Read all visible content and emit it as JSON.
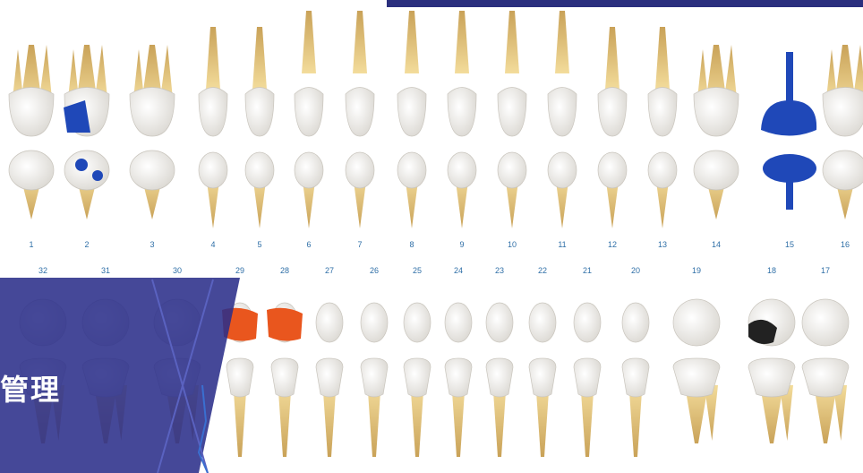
{
  "panel": {
    "title": "管理"
  },
  "upper_numbers": [
    "1",
    "2",
    "3",
    "4",
    "5",
    "6",
    "7",
    "8",
    "9",
    "10",
    "11",
    "12",
    "13",
    "14",
    "15",
    "16"
  ],
  "lower_numbers": [
    "32",
    "31",
    "30",
    "29",
    "28",
    "27",
    "26",
    "25",
    "24",
    "23",
    "22",
    "21",
    "20",
    "19",
    "18",
    "17"
  ],
  "colors": {
    "accent": "#2b2f7e",
    "restoration_blue": "#1f48b8",
    "restoration_orange": "#e9561e",
    "crown": "#eeebe6",
    "root": "#d7b46c"
  }
}
